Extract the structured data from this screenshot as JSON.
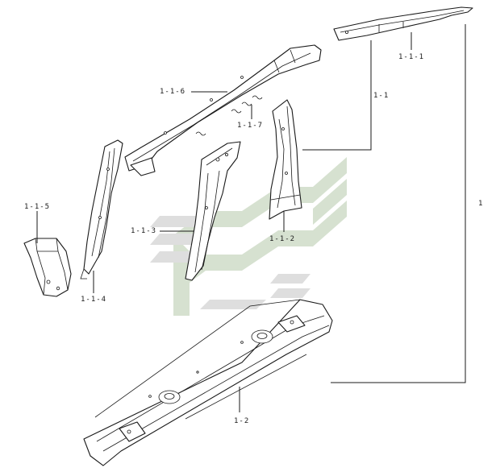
{
  "labels": {
    "p_1_1_1": "1-1-1",
    "p_1_1_6": "1-1-6",
    "p_1_1": "1-1",
    "p_1_1_7": "1-1-7",
    "p_1_1_5": "1-1-5",
    "p_1_1_3": "1-1-3",
    "p_1_1_2": "1-1-2",
    "p_1_1_4": "1-1-4",
    "p_1": "1",
    "p_1_2": "1-2"
  },
  "colors": {
    "line": "#1a1a1a",
    "watermark_green": "#cfdcc8",
    "watermark_gray": "#d9d9d9"
  },
  "watermark": {
    "icon": "company-logo-watermark"
  }
}
